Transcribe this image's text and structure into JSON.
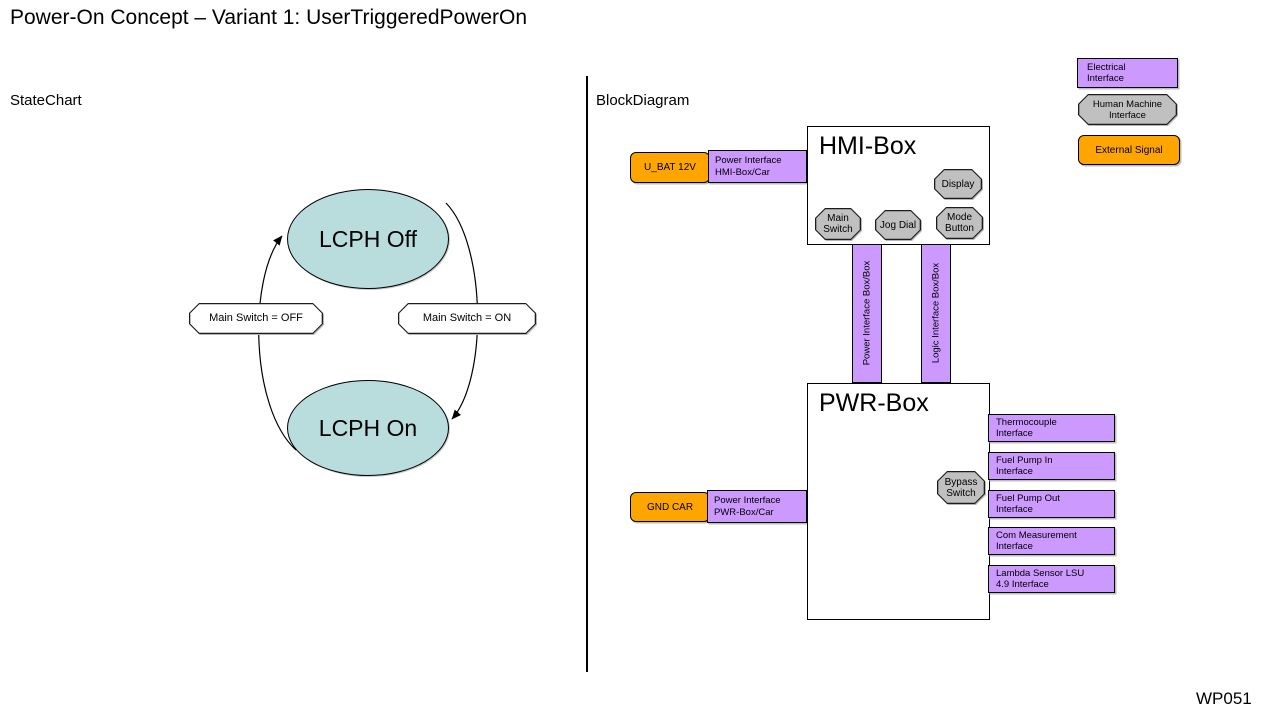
{
  "page": {
    "title": "Power-On Concept – Variant 1: UserTriggeredPowerOn",
    "footer": "WP051"
  },
  "sections": {
    "statechart_label": "StateChart",
    "blockdiagram_label": "BlockDiagram"
  },
  "legend": {
    "electrical": "Electrical\nInterface",
    "hmi": "Human Machine\nInterface",
    "external": "External Signal"
  },
  "statechart": {
    "state_off": "LCPH Off",
    "state_on": "LCPH On",
    "transition_off": "Main Switch = OFF",
    "transition_on": "Main Switch = ON"
  },
  "blockdiagram": {
    "hmi": {
      "title": "HMI-Box",
      "display": "Display",
      "main_switch": "Main\nSwitch",
      "jog_dial": "Jog Dial",
      "mode_button": "Mode\nButton"
    },
    "pwr": {
      "title": "PWR-Box",
      "bypass_switch": "Bypass\nSwitch"
    },
    "u_bat": "U_BAT 12V",
    "gnd": "GND CAR",
    "hmi_car_interface": "Power Interface\nHMI-Box/Car",
    "pwr_car_interface": "Power Interface\nPWR-Box/Car",
    "power_link": "Power Interface Box/Box",
    "logic_link": "Logic Interface Box/Box",
    "pwr_interfaces": [
      {
        "label": "Thermocouple\nInterface"
      },
      {
        "label": "Fuel Pump In\nInterface"
      },
      {
        "label": "Fuel Pump Out\nInterface"
      },
      {
        "label": "Com Measurement\nInterface"
      },
      {
        "label": "Lambda Sensor LSU\n4.9 Interface"
      }
    ]
  },
  "colors": {
    "electrical": "#cc99ff",
    "hmi_fill": "#c0c0c0",
    "external": "#ffa500",
    "state_fill": "#b9dcdd"
  }
}
